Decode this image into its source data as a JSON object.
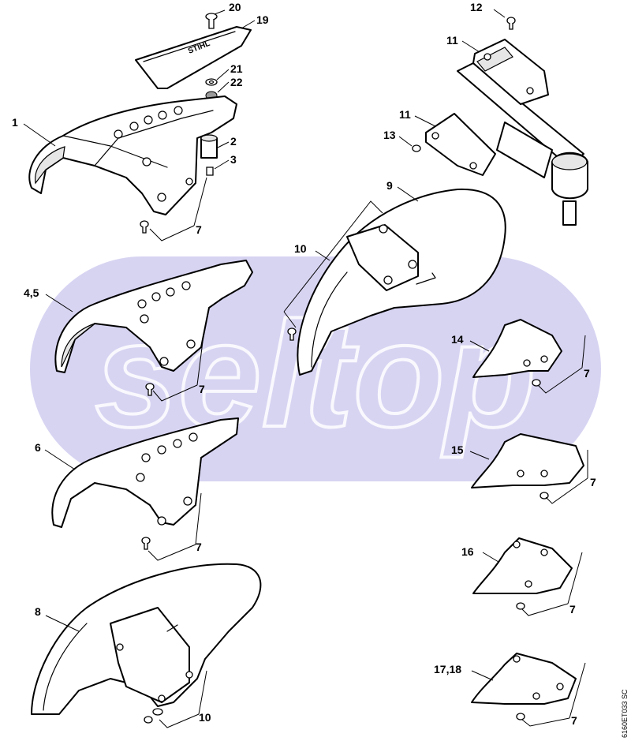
{
  "diagram": {
    "drawing_code": "6160ET033 SC",
    "watermark": "seltop",
    "watermark_color": "#c9c6ee",
    "callouts": [
      {
        "id": "callout-20",
        "text": "20"
      },
      {
        "id": "callout-19",
        "text": "19"
      },
      {
        "id": "callout-21",
        "text": "21"
      },
      {
        "id": "callout-22",
        "text": "22"
      },
      {
        "id": "callout-1",
        "text": "1"
      },
      {
        "id": "callout-2",
        "text": "2"
      },
      {
        "id": "callout-3",
        "text": "3"
      },
      {
        "id": "callout-7a",
        "text": "7"
      },
      {
        "id": "callout-12",
        "text": "12"
      },
      {
        "id": "callout-11a",
        "text": "11"
      },
      {
        "id": "callout-11b",
        "text": "11"
      },
      {
        "id": "callout-13",
        "text": "13"
      },
      {
        "id": "callout-9",
        "text": "9"
      },
      {
        "id": "callout-10a",
        "text": "10"
      },
      {
        "id": "callout-4-5",
        "text": "4,5"
      },
      {
        "id": "callout-7b",
        "text": "7"
      },
      {
        "id": "callout-14",
        "text": "14"
      },
      {
        "id": "callout-7c",
        "text": "7"
      },
      {
        "id": "callout-6",
        "text": "6"
      },
      {
        "id": "callout-15",
        "text": "15"
      },
      {
        "id": "callout-7d",
        "text": "7"
      },
      {
        "id": "callout-7e",
        "text": "7"
      },
      {
        "id": "callout-16",
        "text": "16"
      },
      {
        "id": "callout-7f",
        "text": "7"
      },
      {
        "id": "callout-8",
        "text": "8"
      },
      {
        "id": "callout-17-18",
        "text": "17,18"
      },
      {
        "id": "callout-10b",
        "text": "10"
      },
      {
        "id": "callout-7g",
        "text": "7"
      }
    ]
  }
}
